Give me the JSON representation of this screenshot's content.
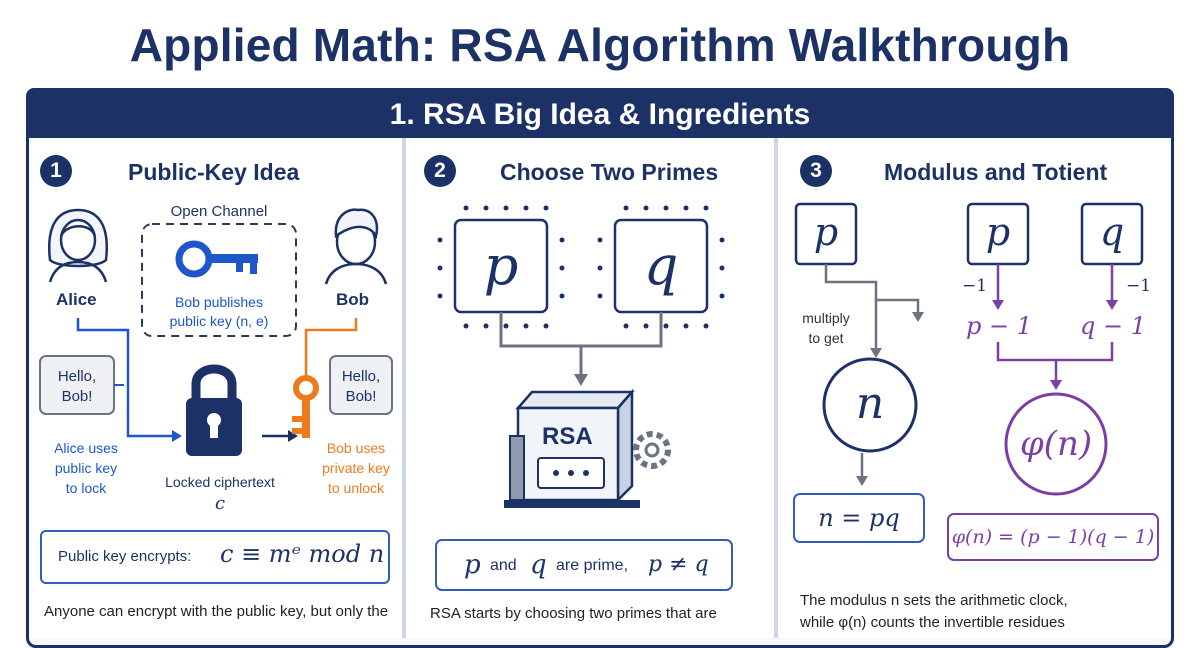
{
  "title": "Applied Math: RSA Algorithm Walkthrough",
  "section": "1. RSA Big Idea & Ingredients",
  "panel1": {
    "number": "1",
    "title": "Public-Key Idea",
    "open_channel": "Open Channel",
    "alice": "Alice",
    "bob": "Bob",
    "bob_publishes_1": "Bob publishes",
    "bob_publishes_2": "public key (n, e)",
    "hello_left_1": "Hello,",
    "hello_left_2": "Bob!",
    "hello_right_1": "Hello,",
    "hello_right_2": "Bob!",
    "alice_uses_1": "Alice uses",
    "alice_uses_2": "public key",
    "alice_uses_3": "to lock",
    "locked_1": "Locked ciphertext",
    "locked_2": "c",
    "bob_uses_1": "Bob uses",
    "bob_uses_2": "private key",
    "bob_uses_3": "to unlock",
    "formula_label": "Public key encrypts:",
    "formula": "c ≡ mᵉ mod n",
    "caption": "Anyone can encrypt with the public key, but only the"
  },
  "panel2": {
    "number": "2",
    "title": "Choose Two Primes",
    "p": "p",
    "q": "q",
    "machine_label": "RSA",
    "cond_p": "p",
    "cond_and": "and",
    "cond_q": "q",
    "cond_are": "are prime,",
    "cond_neq": "p ≠ q",
    "caption": "RSA starts by choosing two primes that are"
  },
  "panel3": {
    "number": "3",
    "title": "Modulus and Totient",
    "p_left": "p",
    "multiply_1": "multiply",
    "multiply_2": "to get",
    "n": "n",
    "n_formula": "n = pq",
    "p_right": "p",
    "q_right": "q",
    "minus_left": "−1",
    "minus_right": "−1",
    "pm1": "p − 1",
    "qm1": "q − 1",
    "phi": "φ(n)",
    "phi_formula": "φ(n) = (p − 1)(q − 1)",
    "caption_1": "The modulus n sets the arithmetic clock,",
    "caption_2": "while φ(n) counts the invertible residues"
  }
}
